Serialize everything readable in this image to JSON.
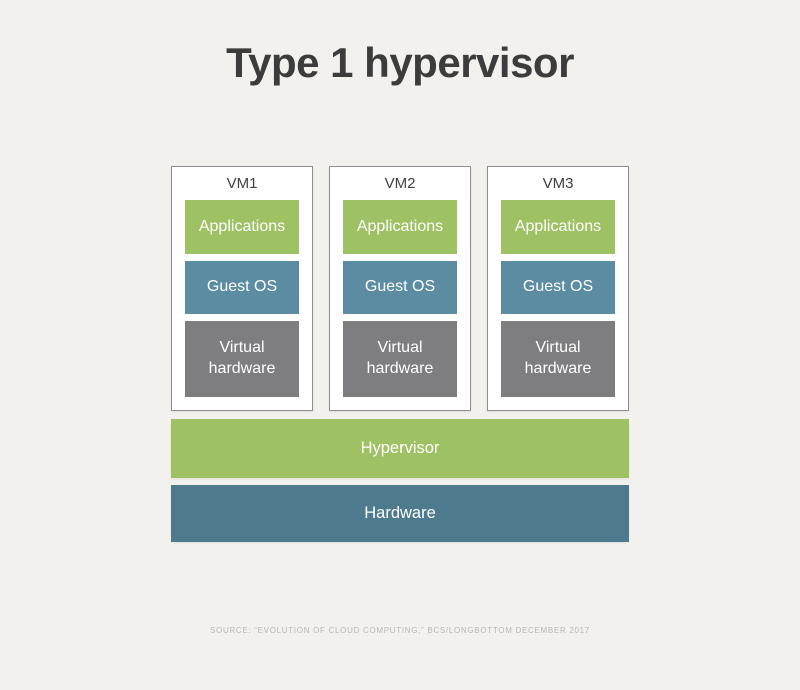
{
  "title": "Type 1 hypervisor",
  "colors": {
    "background": "#f2f1ee",
    "green": "#9ec263",
    "blue": "#5b8ca2",
    "gray": "#7e7e81",
    "teal": "#4d7a8c",
    "box_border": "#8f8f8f",
    "title_text": "#3c3c3c",
    "vm_label_text": "#3f3f3f",
    "layer_text": "#ffffff",
    "source_text": "#b8b6b2"
  },
  "vms": [
    {
      "label": "VM1",
      "layers": [
        {
          "label": "Applications",
          "color": "#9ec263"
        },
        {
          "label": "Guest OS",
          "color": "#5b8ca2"
        },
        {
          "label": "Virtual hardware",
          "color": "#7e7e81"
        }
      ]
    },
    {
      "label": "VM2",
      "layers": [
        {
          "label": "Applications",
          "color": "#9ec263"
        },
        {
          "label": "Guest OS",
          "color": "#5b8ca2"
        },
        {
          "label": "Virtual hardware",
          "color": "#7e7e81"
        }
      ]
    },
    {
      "label": "VM3",
      "layers": [
        {
          "label": "Applications",
          "color": "#9ec263"
        },
        {
          "label": "Guest OS",
          "color": "#5b8ca2"
        },
        {
          "label": "Virtual hardware",
          "color": "#7e7e81"
        }
      ]
    }
  ],
  "bars": [
    {
      "label": "Hypervisor",
      "color": "#9ec263"
    },
    {
      "label": "Hardware",
      "color": "#4d7a8c"
    }
  ],
  "source": "SOURCE: “EVOLUTION OF CLOUD COMPUTING,” BCS/LONGBOTTOM DECEMBER 2017"
}
